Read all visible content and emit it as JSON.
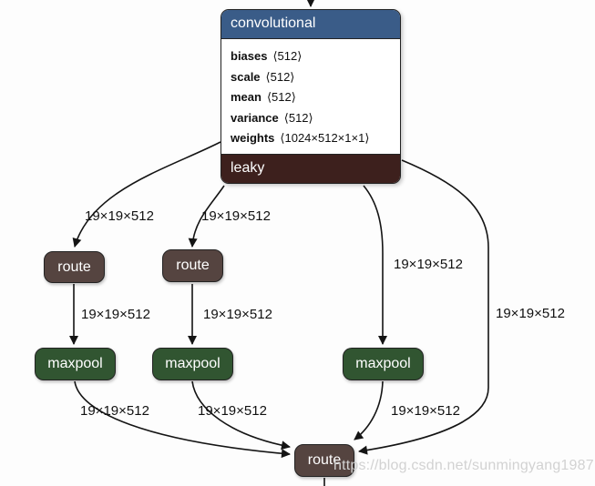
{
  "diagram": {
    "conv": {
      "title": "convolutional",
      "attributes": [
        {
          "name": "biases",
          "value": "⟨512⟩"
        },
        {
          "name": "scale",
          "value": "⟨512⟩"
        },
        {
          "name": "mean",
          "value": "⟨512⟩"
        },
        {
          "name": "variance",
          "value": "⟨512⟩"
        },
        {
          "name": "weights",
          "value": "⟨1024×512×1×1⟩"
        }
      ],
      "activation": "leaky"
    },
    "route_nodes": [
      {
        "label": "route"
      },
      {
        "label": "route"
      },
      {
        "label": "route"
      }
    ],
    "maxpool_nodes": [
      {
        "label": "maxpool"
      },
      {
        "label": "maxpool"
      },
      {
        "label": "maxpool"
      }
    ],
    "edge_labels": [
      {
        "text": "19×19×512"
      },
      {
        "text": "19×19×512"
      },
      {
        "text": "19×19×512"
      },
      {
        "text": "19×19×512"
      },
      {
        "text": "19×19×512"
      },
      {
        "text": "19×19×512"
      },
      {
        "text": "19×19×512"
      },
      {
        "text": "19×19×512"
      },
      {
        "text": "19×19×512"
      }
    ],
    "watermark": "https://blog.csdn.net/sunmingyang1987",
    "colors": {
      "conv_header": "#3a5c88",
      "conv_body": "#ffffff",
      "activation_bar": "#3d201d",
      "route_node": "#554440",
      "maxpool_node": "#315531",
      "edge": "#141414",
      "watermark": "#d2d2d2"
    }
  }
}
